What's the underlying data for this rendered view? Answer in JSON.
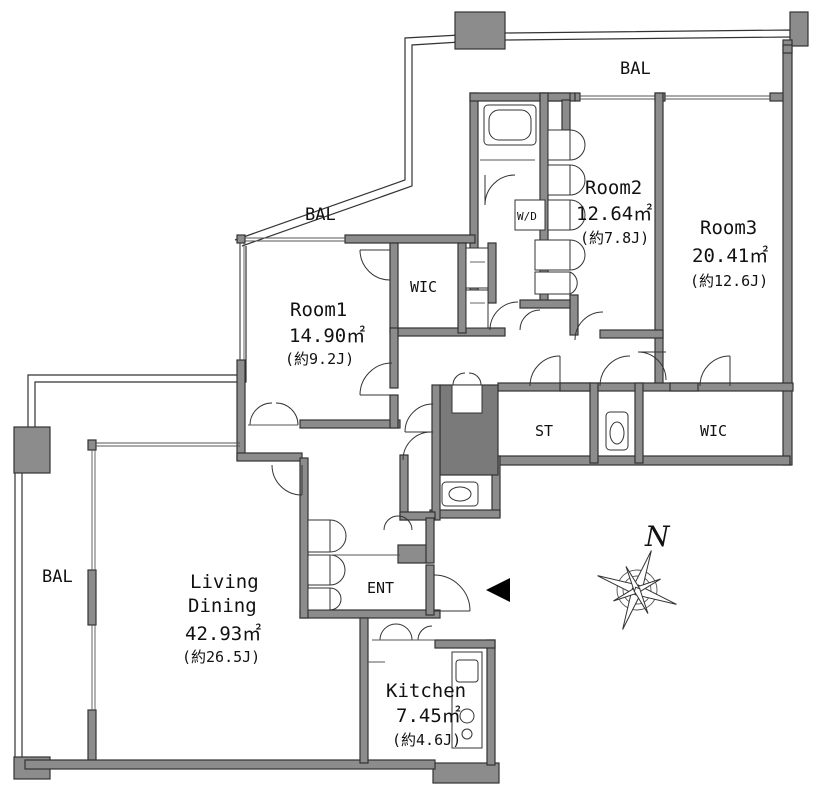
{
  "balconies": {
    "top": "BAL",
    "middle": "BAL",
    "left": "BAL"
  },
  "rooms": {
    "room1": {
      "name": "Room1",
      "area": "14.90㎡",
      "tatami": "(約9.2J)"
    },
    "room2": {
      "name": "Room2",
      "area": "12.64㎡",
      "tatami": "(約7.8J)"
    },
    "room3": {
      "name": "Room3",
      "area": "20.41㎡",
      "tatami": "(約12.6J)"
    },
    "living": {
      "name_line1": "Living",
      "name_line2": "Dining",
      "area": "42.93㎡",
      "tatami": "(約26.5J)"
    },
    "kitchen": {
      "name": "Kitchen",
      "area": "7.45㎡",
      "tatami": "(約4.6J)"
    }
  },
  "spaces": {
    "wic1": "WIC",
    "wic2": "WIC",
    "storage": "ST",
    "washer_dryer": "W/D",
    "entrance": "ENT"
  },
  "compass": {
    "label": "N"
  },
  "colors": {
    "wall": "#8c8c8c",
    "line": "#333333",
    "background": "#ffffff"
  }
}
